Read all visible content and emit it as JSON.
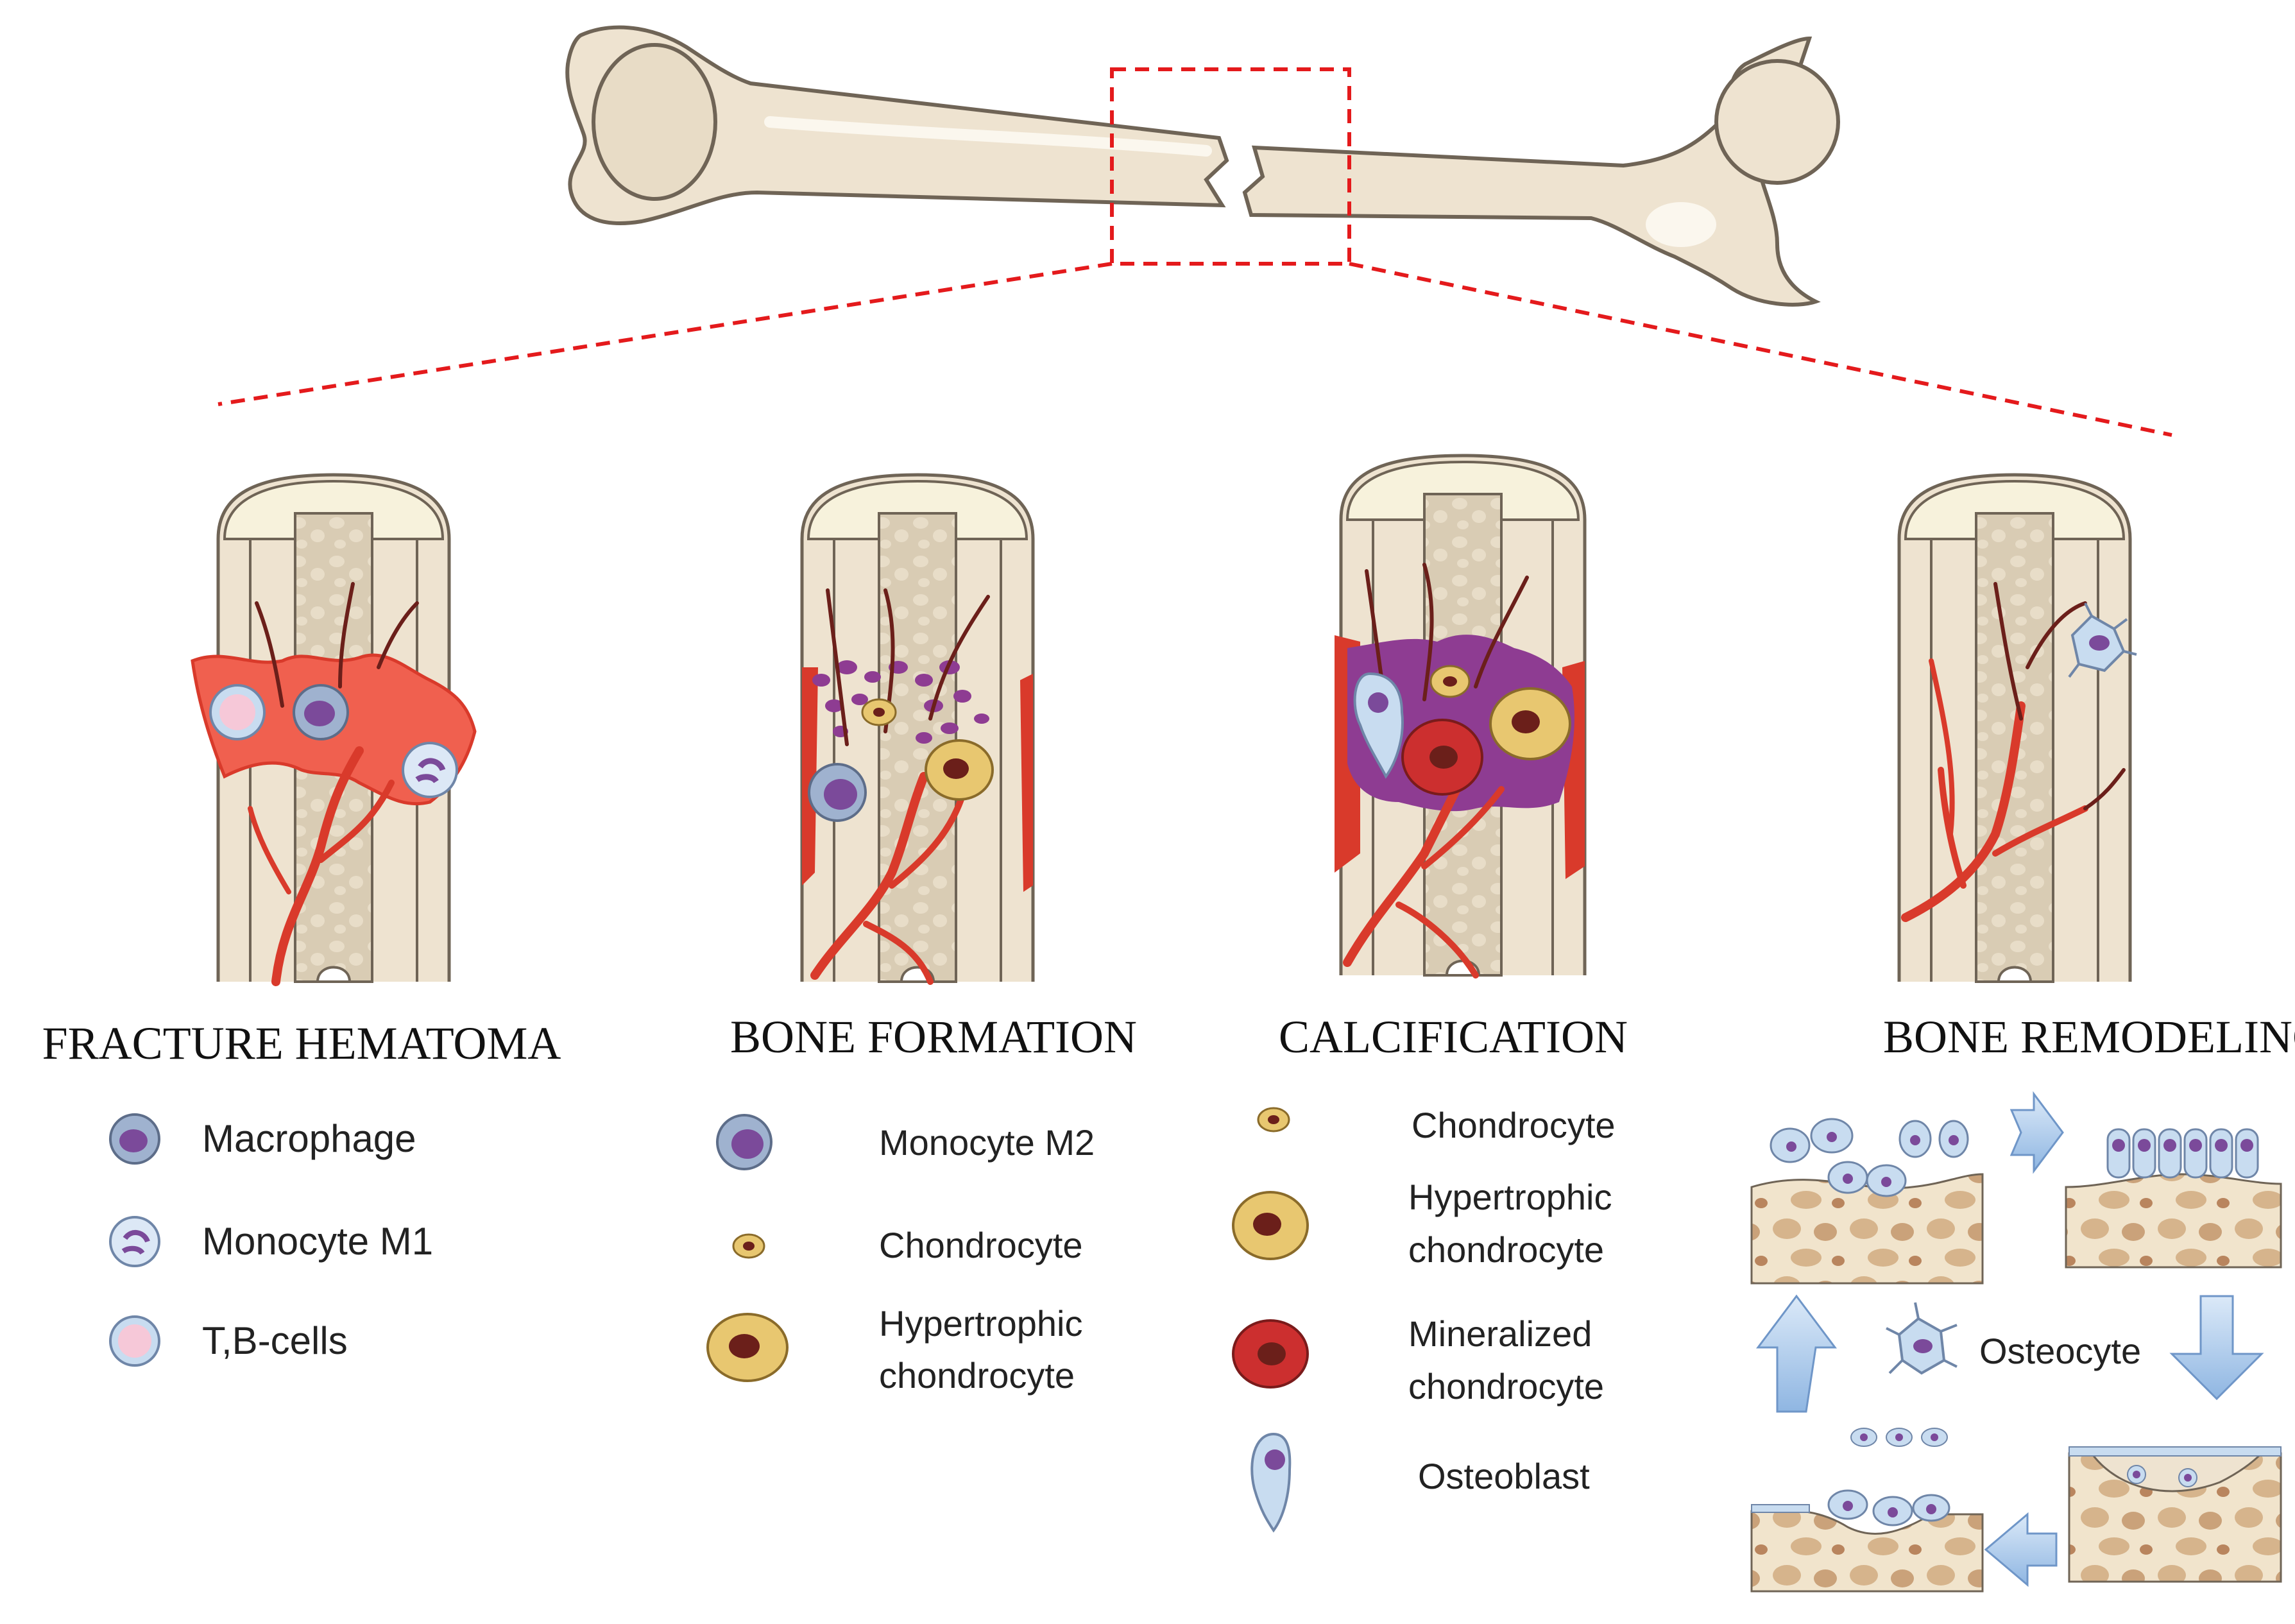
{
  "stages": [
    {
      "id": "fracture-hematoma",
      "title": "FRACTURE HEMATOMA",
      "legend": [
        "Macrophage",
        "Monocyte M1",
        "T,B-cells"
      ]
    },
    {
      "id": "bone-formation",
      "title": "BONE FORMATION",
      "legend": [
        "Monocyte M2",
        "Chondrocyte",
        "Hypertrophic",
        "chondrocyte"
      ]
    },
    {
      "id": "calcification",
      "title": "CALCIFICATION",
      "legend": [
        "Chondrocyte",
        "Hypertrophic",
        "chondrocyte",
        "Mineralized",
        "chondrocyte",
        "Osteoblast"
      ]
    },
    {
      "id": "bone-remodeling",
      "title": "BONE REMODELING",
      "legend": [
        "Osteocyte"
      ]
    }
  ],
  "colors": {
    "bone_fill": "#eee3d0",
    "bone_outline": "#6f6456",
    "cartilage": "#f7f2dc",
    "hematoma": "#f0604f",
    "vessel": "#d93a2b",
    "vessel_dark": "#6b1f1a",
    "fragment_purple": "#8e3c92",
    "zoom_dash": "#e41a1c",
    "cell_blue": "#c8dcf0",
    "nucleus_purple": "#7b4a9a",
    "chondro_yellow": "#e8c770",
    "mineral_red": "#cc2f2f",
    "arrow_blue": "#a8c8ec"
  }
}
